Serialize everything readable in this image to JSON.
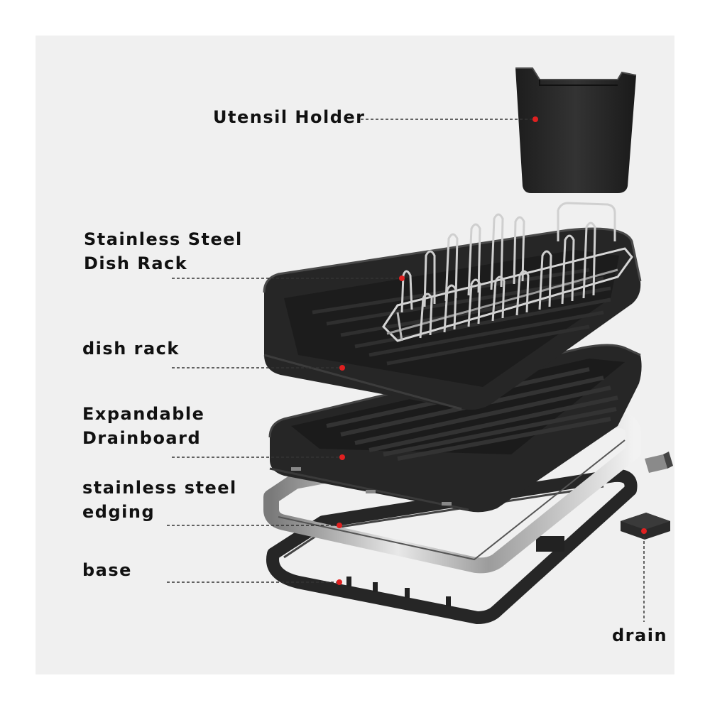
{
  "labels": {
    "utensil_holder": "Utensil Holder",
    "dish_rack_steel_line1": "Stainless Steel",
    "dish_rack_steel_line2": "Dish Rack",
    "dish_rack": "dish rack",
    "drainboard_line1": "Expandable",
    "drainboard_line2": "Drainboard",
    "edging_line1": "stainless steel",
    "edging_line2": "edging",
    "base": "base",
    "drain": "drain"
  },
  "colors": {
    "background": "#f0f0f0",
    "plastic": "#2a2a2a",
    "plastic_dark": "#1a1a1a",
    "steel": "#c9c9c9",
    "marker": "#e02020"
  }
}
